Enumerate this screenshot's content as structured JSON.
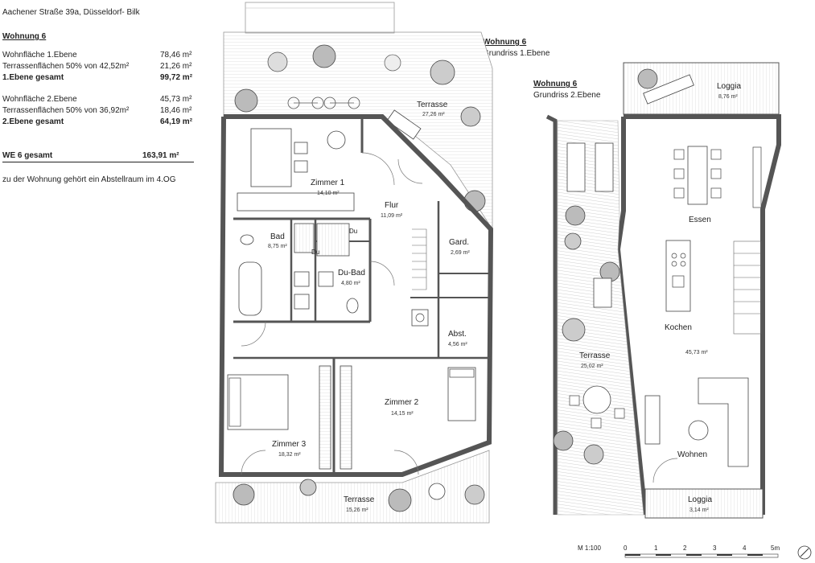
{
  "address": "Aachener Straße 39a, Düsseldorf- Bilk",
  "summary": {
    "title": "Wohnung 6",
    "rows1": [
      {
        "label": "Wohnfläche 1.Ebene",
        "value": "78,46 m²"
      },
      {
        "label": "Terrassenflächen 50% von 42,52m²",
        "value": "21,26 m²"
      },
      {
        "label": "1.Ebene gesamt",
        "value": "99,72 m²"
      }
    ],
    "rows2": [
      {
        "label": "Wohnfläche 2.Ebene",
        "value": "45,73 m²"
      },
      {
        "label": "Terrassenflächen 50% von 36,92m²",
        "value": "18,46 m²"
      },
      {
        "label": "2.Ebene gesamt",
        "value": "64,19 m²"
      }
    ],
    "total_label": "WE 6 gesamt",
    "total_value": "163,91 m²",
    "note": "zu der Wohnung gehört ein Abstellraum im 4.OG"
  },
  "plan1": {
    "title": "Wohnung 6",
    "subtitle": "Grundriss 1.Ebene",
    "rooms": {
      "terrasse_top": {
        "name": "Terrasse",
        "area": "27,26 m²"
      },
      "zimmer1": {
        "name": "Zimmer 1",
        "area": "14,10 m²"
      },
      "flur": {
        "name": "Flur",
        "area": "11,09 m²"
      },
      "bad": {
        "name": "Bad",
        "area": "8,75 m²"
      },
      "dubad": {
        "name": "Du-Bad",
        "area": "4,80 m²"
      },
      "gard": {
        "name": "Gard.",
        "area": "2,69 m²"
      },
      "abst": {
        "name": "Abst.",
        "area": "4,56 m²"
      },
      "zimmer2": {
        "name": "Zimmer 2",
        "area": "14,15 m²"
      },
      "zimmer3": {
        "name": "Zimmer 3",
        "area": "18,32 m²"
      },
      "terrasse_bottom": {
        "name": "Terrasse",
        "area": "15,26 m²"
      }
    },
    "du1": "Du",
    "du2": "Du"
  },
  "plan2": {
    "title": "Wohnung 6",
    "subtitle": "Grundriss 2.Ebene",
    "rooms": {
      "loggia_top": {
        "name": "Loggia",
        "area": "8,76 m²"
      },
      "essen": {
        "name": "Essen"
      },
      "kochen": {
        "name": "Kochen",
        "area": "45,73 m²"
      },
      "terrasse": {
        "name": "Terrasse",
        "area": "25,02 m²"
      },
      "wohnen": {
        "name": "Wohnen"
      },
      "loggia_bottom": {
        "name": "Loggia",
        "area": "3,14 m²"
      }
    }
  },
  "scale": {
    "label": "M 1:100",
    "ticks": [
      "0",
      "1",
      "2",
      "3",
      "4",
      "5m"
    ]
  }
}
